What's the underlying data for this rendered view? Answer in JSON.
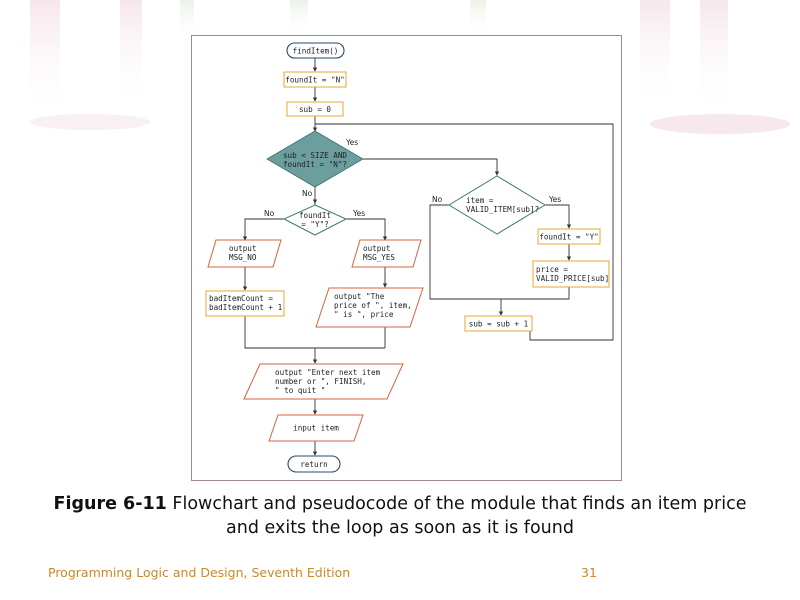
{
  "diagram": {
    "start": "findItem()",
    "init_found": "foundIt = \"N\"",
    "init_sub": "sub = 0",
    "loop_cond_1": "sub < SIZE AND",
    "loop_cond_2": "foundIt = \"N\"?",
    "item_cond_1": "item =",
    "item_cond_2": "VALID_ITEM[sub]?",
    "set_found": "foundIt = \"Y\"",
    "price_1": "price =",
    "price_2": "VALID_PRICE[sub]",
    "incr": "sub = sub + 1",
    "found_cond_1": "foundIt",
    "found_cond_2": "= \"Y\"?",
    "out_no_1": "output",
    "out_no_2": "MSG_NO",
    "out_yes_1": "output",
    "out_yes_2": "MSG_YES",
    "bad_1": "badItemCount =",
    "bad_2": "badItemCount + 1",
    "price_out_1": "output \"The",
    "price_out_2": "price of \", item,",
    "price_out_3": "\" is \", price",
    "next_1": "output \"Enter next item",
    "next_2": "number or \", FINISH,",
    "next_3": "\" to quit \"",
    "input": "input item",
    "end": "return",
    "yes": "Yes",
    "no": "No"
  },
  "caption": {
    "figure": "Figure 6-11",
    "text": " Flowchart and pseudocode of the module that finds an item price and exits the loop as soon as it is found"
  },
  "footer": {
    "book": "Programming Logic and Design, Seventh Edition",
    "page": "31"
  },
  "colors": {
    "process": "#e8a530",
    "io": "#d9603f",
    "decision_fill": "#6b9e9c",
    "terminal": "#2b4a66"
  }
}
